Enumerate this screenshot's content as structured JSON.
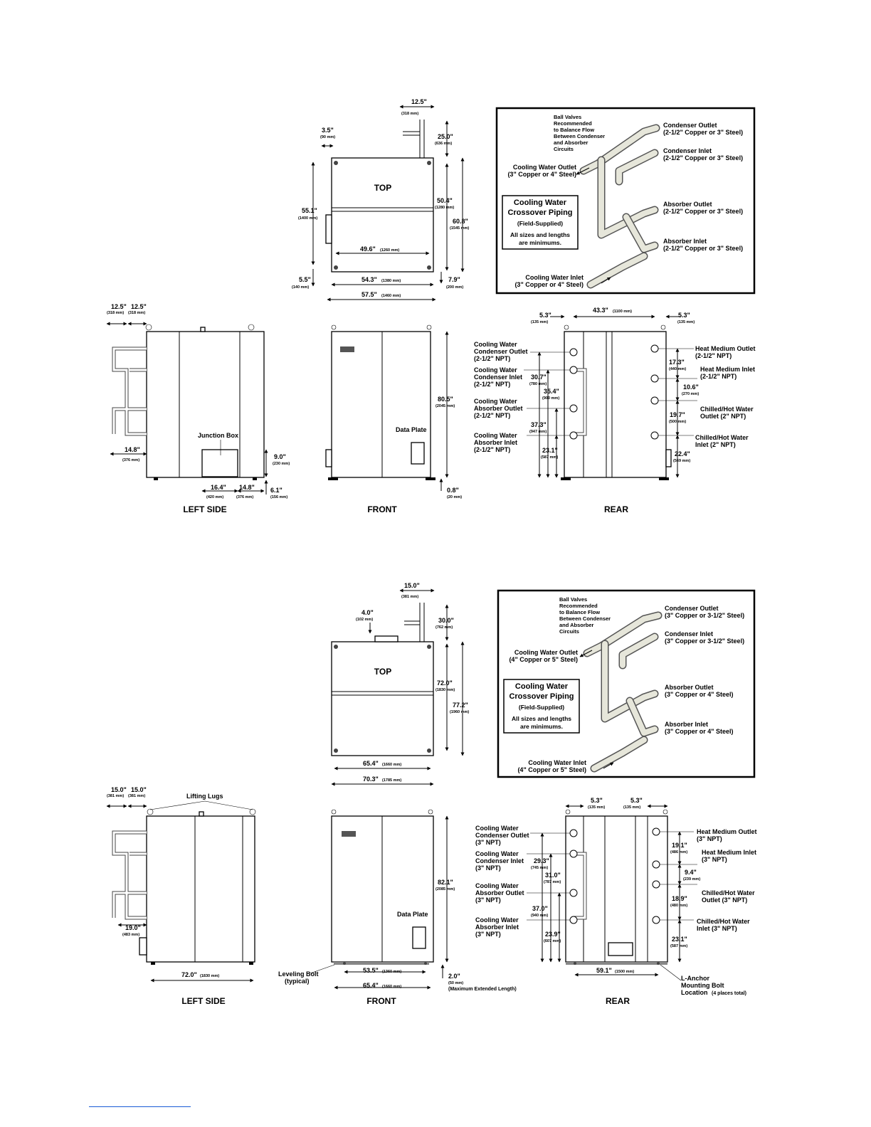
{
  "drawing1": {
    "top": {
      "label": "TOP",
      "d_pipe_width": "12.5\"",
      "d_pipe_width_mm": "(318 mm)",
      "d_pipe_height": "25.0\"",
      "d_pipe_height_mm": "(636 mm)",
      "d_offset": "3.5\"",
      "d_offset_mm": "(90 mm)",
      "d_depth_left": "55.1\"",
      "d_depth_left_mm": "(1400 mm)",
      "d_depth_inner": "50.4\"",
      "d_depth_inner_mm": "(1280 mm)",
      "d_depth_total": "60.8\"",
      "d_depth_total_mm": "(1545 mm)",
      "d_inner_width": "49.6\"",
      "d_inner_width_mm": "(1260 mm)",
      "d_bottom_left": "5.5\"",
      "d_bottom_left_mm": "(140 mm)",
      "d_bottom_right": "7.9\"",
      "d_bottom_right_mm": "(200 mm)",
      "d_width": "54.3\"",
      "d_width_mm": "(1380 mm)",
      "d_width_total": "57.5\"",
      "d_width_total_mm": "(1460 mm)"
    },
    "crossover": {
      "title1": "Cooling Water",
      "title2": "Crossover Piping",
      "subtitle": "(Field-Supplied)",
      "note1": "All sizes and lengths",
      "note2": "are minimums.",
      "ball1": "Ball Valves",
      "ball2": "Recommended",
      "ball3": "to Balance Flow",
      "ball4": "Between Condenser",
      "ball5": "and Absorber",
      "ball6": "Circuits",
      "cond_out": "Condenser Outlet",
      "cond_out_size": "(2-1/2\" Copper or 3\" Steel)",
      "cond_in": "Condenser Inlet",
      "cond_in_size": "(2-1/2\" Copper or 3\" Steel)",
      "abs_out": "Absorber Outlet",
      "abs_out_size": "(2-1/2\" Copper or 3\" Steel)",
      "abs_in": "Absorber Inlet",
      "abs_in_size": "(2-1/2\" Copper or 3\" Steel)",
      "cw_out": "Cooling Water Outlet",
      "cw_out_size": "(3\" Copper or 4\" Steel)",
      "cw_in": "Cooling Water Inlet",
      "cw_in_size": "(3\" Copper or 4\" Steel)"
    },
    "left_side": {
      "label": "LEFT SIDE",
      "d_a": "12.5\"",
      "d_a_mm": "(318 mm)",
      "d_b": "12.5\"",
      "d_b_mm": "(318 mm)",
      "d_c": "14.8\"",
      "d_c_mm": "(376 mm)",
      "junction": "Junction Box",
      "d_jb_h": "9.0\"",
      "d_jb_h_mm": "(230 mm)",
      "d_jb_x": "16.4\"",
      "d_jb_x_mm": "(420 mm)",
      "d_jb_r": "14.8\"",
      "d_jb_r_mm": "(376 mm)",
      "d_jb_b": "6.1\"",
      "d_jb_b_mm": "(156 mm)"
    },
    "front": {
      "label": "FRONT",
      "data_plate": "Data Plate",
      "d_height": "80.5\"",
      "d_height_mm": "(2045 mm)",
      "d_base": "0.8\"",
      "d_base_mm": "(20 mm)"
    },
    "rear": {
      "label": "REAR",
      "d_l": "5.3\"",
      "d_l_mm": "(135 mm)",
      "d_w": "43.3\"",
      "d_w_mm": "(1100 mm)",
      "d_r": "5.3\"",
      "d_r_mm": "(135 mm)",
      "cwco1": "Cooling Water",
      "cwco2": "Condenser Outlet",
      "cwco3": "(2-1/2\" NPT)",
      "cwci1": "Cooling Water",
      "cwci2": "Condenser Inlet",
      "cwci3": "(2-1/2\" NPT)",
      "cwao1": "Cooling Water",
      "cwao2": "Absorber Outlet",
      "cwao3": "(2-1/2\" NPT)",
      "cwai1": "Cooling Water",
      "cwai2": "Absorber Inlet",
      "cwai3": "(2-1/2\" NPT)",
      "hmo1": "Heat Medium Outlet",
      "hmo2": "(2-1/2\" NPT)",
      "hmi1": "Heat Medium Inlet",
      "hmi2": "(2-1/2\" NPT)",
      "cho1": "Chilled/Hot Water",
      "cho2": "Outlet (2\" NPT)",
      "chi1": "Chilled/Hot Water",
      "chi2": "Inlet (2\" NPT)",
      "d_307": "30.7\"",
      "d_307_mm": "(780 mm)",
      "d_354": "35.4\"",
      "d_354_mm": "(900 mm)",
      "d_373": "37.3\"",
      "d_373_mm": "(947 mm)",
      "d_231": "23.1\"",
      "d_231_mm": "(587 mm)",
      "d_173": "17.3\"",
      "d_173_mm": "(440 mm)",
      "d_106": "10.6\"",
      "d_106_mm": "(270 mm)",
      "d_197": "19.7\"",
      "d_197_mm": "(500 mm)",
      "d_224": "22.4\"",
      "d_224_mm": "(569 mm)"
    }
  },
  "drawing2": {
    "top": {
      "label": "TOP",
      "d_pipe_width": "15.0\"",
      "d_pipe_width_mm": "(381 mm)",
      "d_offset": "4.0\"",
      "d_offset_mm": "(102 mm)",
      "d_pipe_height": "30.0\"",
      "d_pipe_height_mm": "(762 mm)",
      "d_depth_inner": "72.0\"",
      "d_depth_inner_mm": "(1830 mm)",
      "d_depth_total": "77.2\"",
      "d_depth_total_mm": "(1960 mm)",
      "d_width": "65.4\"",
      "d_width_mm": "(1660 mm)",
      "d_width_total": "70.3\"",
      "d_width_total_mm": "(1785 mm)"
    },
    "crossover": {
      "title1": "Cooling Water",
      "title2": "Crossover Piping",
      "subtitle": "(Field-Supplied)",
      "note1": "All sizes and lengths",
      "note2": "are minimums.",
      "ball1": "Ball Valves",
      "ball2": "Recommended",
      "ball3": "to Balance Flow",
      "ball4": "Between Condenser",
      "ball5": "and Absorber",
      "ball6": "Circuits",
      "cond_out": "Condenser Outlet",
      "cond_out_size": "(3\" Copper or 3-1/2\" Steel)",
      "cond_in": "Condenser Inlet",
      "cond_in_size": "(3\" Copper or 3-1/2\" Steel)",
      "abs_out": "Absorber Outlet",
      "abs_out_size": "(3\" Copper or 4\" Steel)",
      "abs_in": "Absorber Inlet",
      "abs_in_size": "(3\" Copper or 4\" Steel)",
      "cw_out": "Cooling Water Outlet",
      "cw_out_size": "(4\" Copper or 5\" Steel)",
      "cw_in": "Cooling Water Inlet",
      "cw_in_size": "(4\" Copper or 5\" Steel)"
    },
    "left_side": {
      "label": "LEFT SIDE",
      "d_a": "15.0\"",
      "d_a_mm": "(381 mm)",
      "d_b": "15.0\"",
      "d_b_mm": "(381 mm)",
      "lifting": "Lifting Lugs",
      "d_c": "19.0\"",
      "d_c_mm": "(483 mm)",
      "d_length": "72.0\"",
      "d_length_mm": "(1830 mm)"
    },
    "front": {
      "label": "FRONT",
      "data_plate": "Data Plate",
      "d_height": "82.1\"",
      "d_height_mm": "(2085 mm)",
      "leveling1": "Leveling Bolt",
      "leveling2": "(typical)",
      "d_inner": "53.5\"",
      "d_inner_mm": "(1360 mm)",
      "d_width": "65.4\"",
      "d_width_mm": "(1660 mm)",
      "d_ext": "2.0\"",
      "d_ext_mm": "(50 mm)",
      "d_ext_note": "(Maximum Extended Length)"
    },
    "rear": {
      "label": "REAR",
      "d_l": "5.3\"",
      "d_l_mm": "(135 mm)",
      "d_r": "5.3\"",
      "d_r_mm": "(135 mm)",
      "cwco1": "Cooling Water",
      "cwco2": "Condenser Outlet",
      "cwco3": "(3\" NPT)",
      "cwci1": "Cooling Water",
      "cwci2": "Condenser Inlet",
      "cwci3": "(3\" NPT)",
      "cwao1": "Cooling Water",
      "cwao2": "Absorber Outlet",
      "cwao3": "(3\" NPT)",
      "cwai1": "Cooling Water",
      "cwai2": "Absorber Inlet",
      "cwai3": "(3\" NPT)",
      "hmo1": "Heat Medium Outlet",
      "hmo2": "(3\" NPT)",
      "hmi1": "Heat Medium Inlet",
      "hmi2": "(3\" NPT)",
      "cho1": "Chilled/Hot Water",
      "cho2": "Outlet  (3\" NPT)",
      "chi1": "Chilled/Hot Water",
      "chi2": "Inlet (3\" NPT)",
      "d_293": "29.3\"",
      "d_293_mm": "(745 mm)",
      "d_310": "31.0\"",
      "d_310_mm": "(787 mm)",
      "d_370": "37.0\"",
      "d_370_mm": "(940 mm)",
      "d_239": "23.9\"",
      "d_239_mm": "(607 mm)",
      "d_191": "19.1\"",
      "d_191_mm": "(486 mm)",
      "d_94": "9.4\"",
      "d_94_mm": "(239 mm)",
      "d_189": "18.9\"",
      "d_189_mm": "(480 mm)",
      "d_231": "23.1\"",
      "d_231_mm": "(587 mm)",
      "d_width": "59.1\"",
      "d_width_mm": "(1500 mm)",
      "anchor1": "L-Anchor",
      "anchor2": "Mounting Bolt",
      "anchor3": "Location",
      "anchor4": "(4 places total)"
    }
  }
}
